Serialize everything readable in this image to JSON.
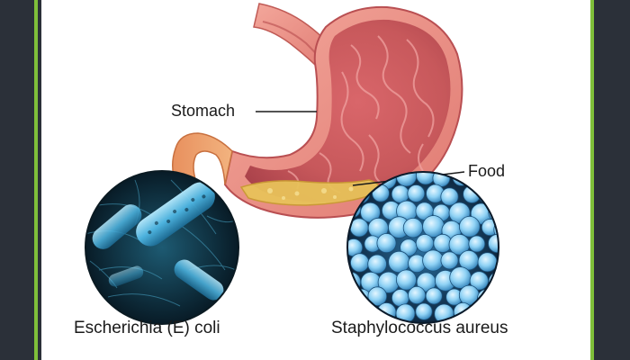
{
  "labels": {
    "stomach": "Stomach",
    "food": "Food",
    "ecoli": "Escherichia (E) coli",
    "staph": "Staphylococcus aureus"
  },
  "colors": {
    "background": "#2b3039",
    "border_accent": "#7fbf3a",
    "panel": "#ffffff",
    "stomach_outer": "#e9857c",
    "stomach_inner": "#c7585b",
    "food": "#e8c25a",
    "ecoli_bg": "#0b2a3a",
    "ecoli_cell": "#5ec8ef",
    "staph_bg": "#0e2c48",
    "staph_cell": "#8fd2f5"
  },
  "icons": {
    "stomach": "stomach-illustration",
    "ecoli": "e-coli-micrograph",
    "staph": "staphylococcus-micrograph"
  }
}
